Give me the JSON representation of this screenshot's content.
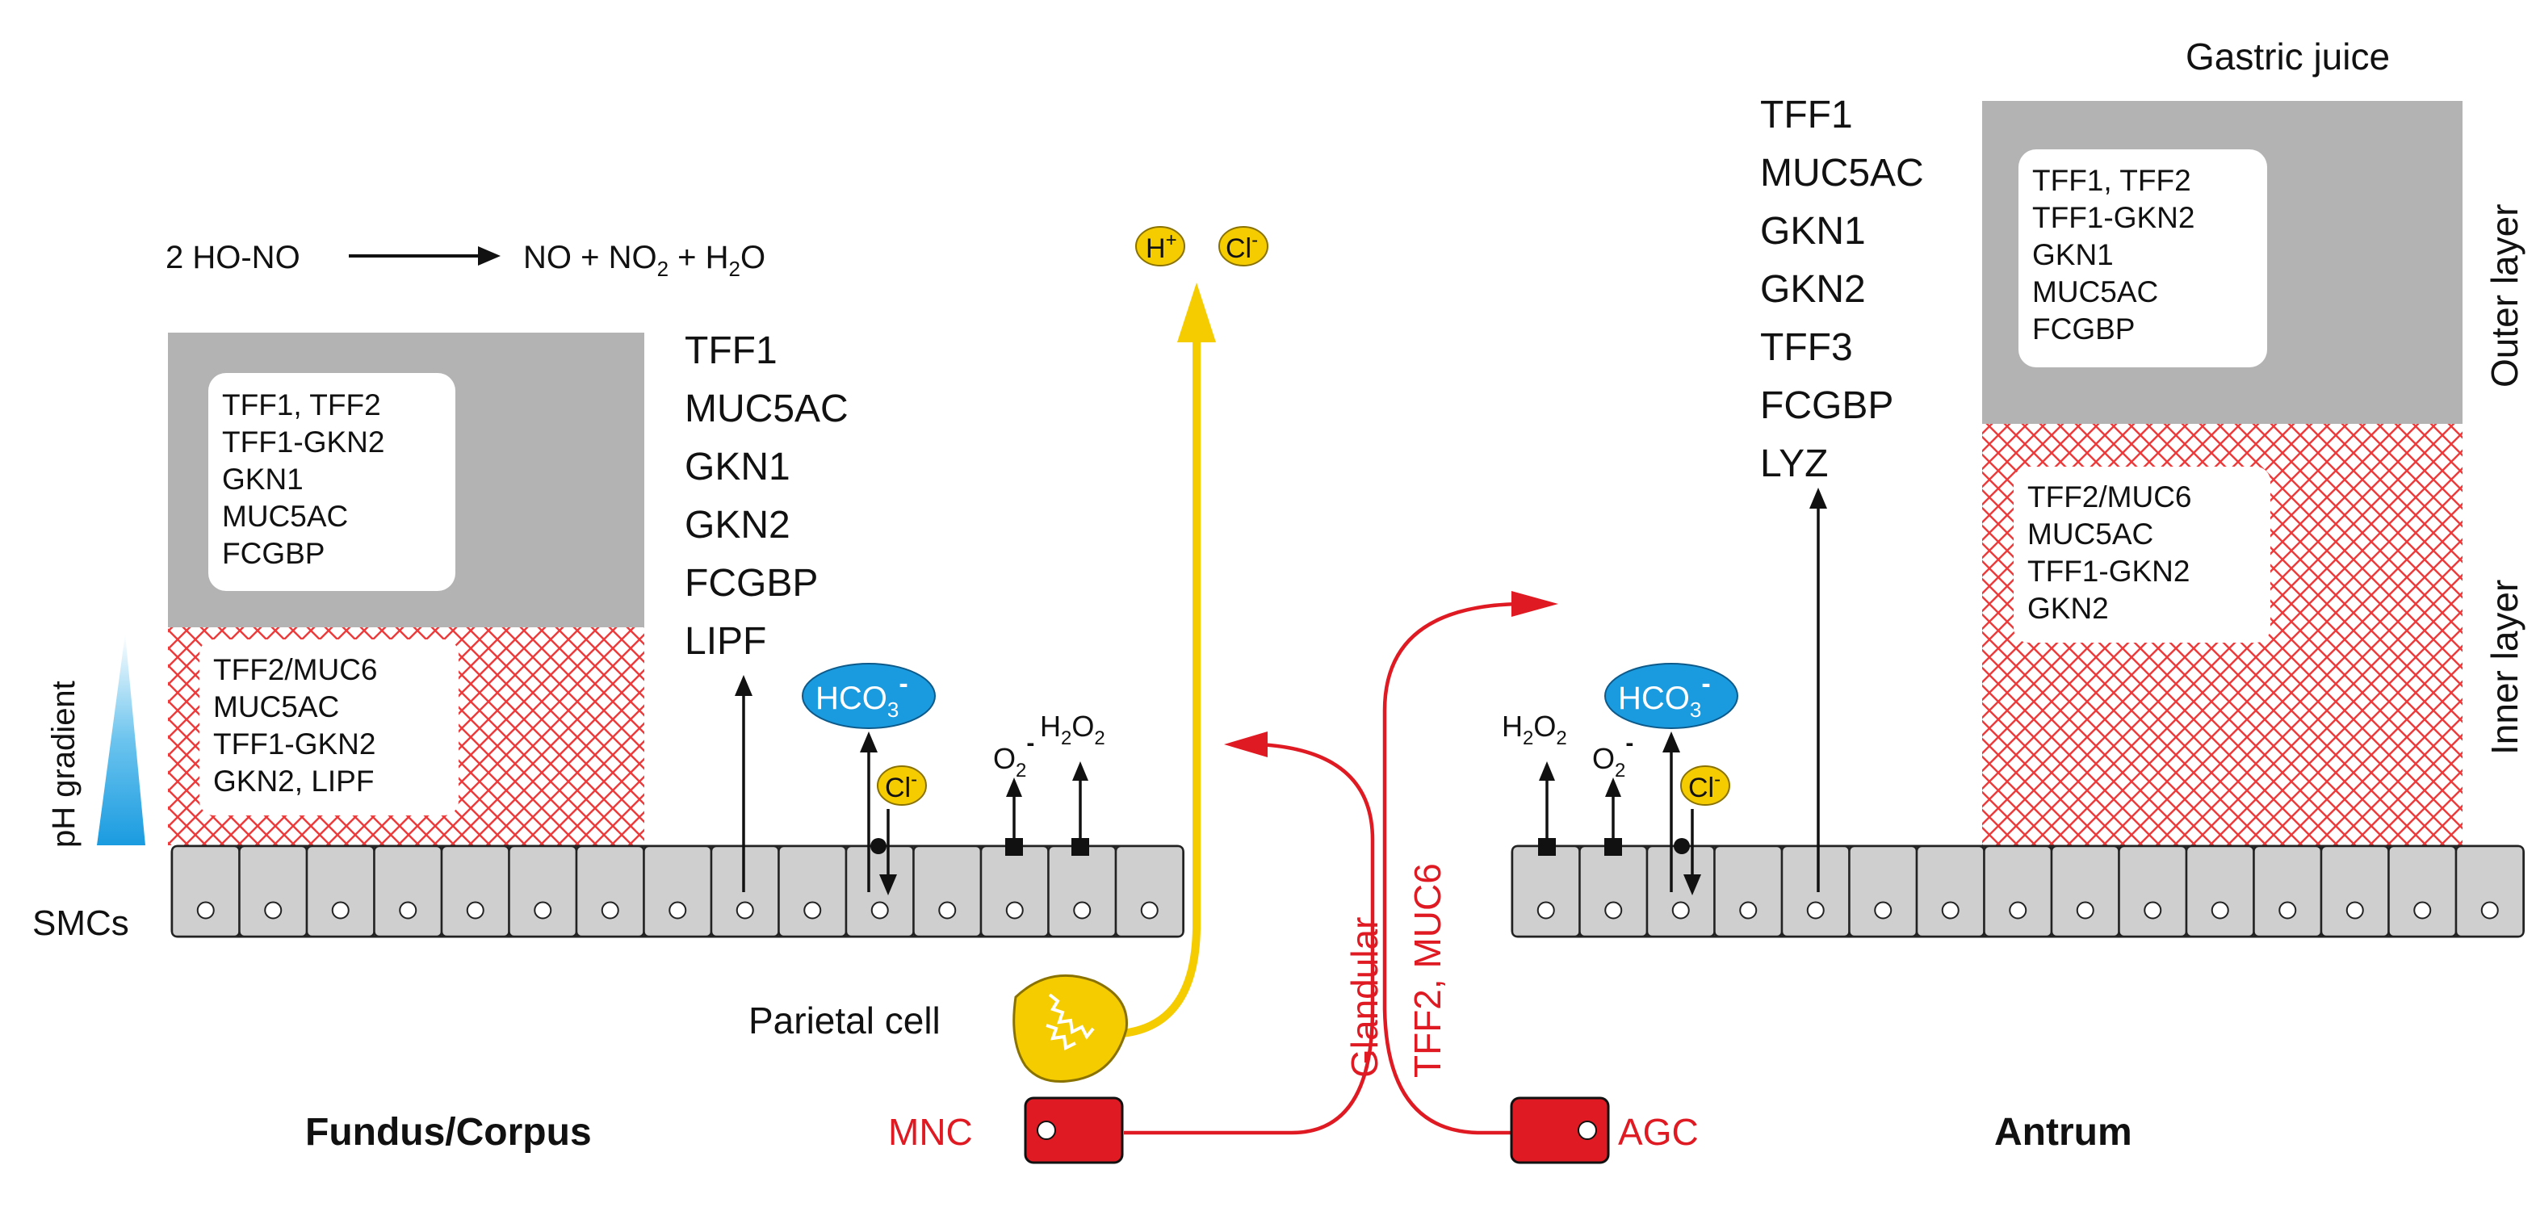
{
  "reaction": {
    "lhs": "2 HO-NO",
    "rhs_a": "NO + NO",
    "rhs_sub1": "2",
    "rhs_b": " + H",
    "rhs_sub2": "2",
    "rhs_c": "O"
  },
  "fundus": {
    "region_label": "Fundus/Corpus",
    "outer_box": [
      "TFF1, TFF2",
      "TFF1-GKN2",
      "GKN1",
      "MUC5AC",
      "FCGBP"
    ],
    "inner_box": [
      "TFF2/MUC6",
      "MUC5AC",
      "TFF1-GKN2",
      "GKN2, LIPF"
    ],
    "secreted": [
      "TFF1",
      "MUC5AC",
      "GKN1",
      "GKN2",
      "FCGBP",
      "LIPF"
    ],
    "ph_label": "pH gradient",
    "smc_label": "SMCs"
  },
  "antrum": {
    "region_label": "Antrum",
    "gastric_juice": "Gastric juice",
    "outer_layer_label": "Outer layer",
    "inner_layer_label": "Inner layer",
    "outer_box": [
      "TFF1, TFF2",
      "TFF1-GKN2",
      "GKN1",
      "MUC5AC",
      "FCGBP"
    ],
    "inner_box": [
      "TFF2/MUC6",
      "MUC5AC",
      "TFF1-GKN2",
      "GKN2"
    ],
    "secreted": [
      "TFF1",
      "MUC5AC",
      "GKN1",
      "GKN2",
      "TFF3",
      "FCGBP",
      "LYZ"
    ]
  },
  "ions": {
    "h_plus": "H",
    "h_plus_sup": "+",
    "cl_minus": "Cl",
    "cl_minus_sup": "-",
    "hco3_a": "HCO",
    "hco3_sub": "3",
    "hco3_sup": "-",
    "h2o2_a": "H",
    "h2o2_sub1": "2",
    "h2o2_b": "O",
    "h2o2_sub2": "2",
    "o2_a": "O",
    "o2_sub": "2",
    "o2_sup": "-"
  },
  "center": {
    "parietal_label": "Parietal cell",
    "mnc_label": "MNC",
    "agc_label": "AGC",
    "glandular_label": "Glandular",
    "tff2_muc6_label": "TFF2, MUC6"
  },
  "colors": {
    "red": "#e01a22",
    "yellow": "#f4cc00",
    "blue": "#1a9be0",
    "mucus_gray": "#b3b3b3",
    "cell_gray": "#cfcfcf",
    "hatch_red": "#ee3a3a"
  }
}
